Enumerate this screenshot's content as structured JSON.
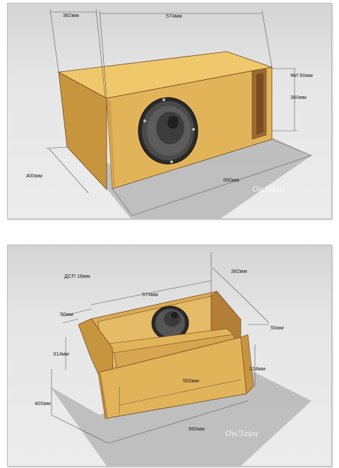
{
  "top_view": {
    "dimensions": {
      "depth": "382мм",
      "inner_length": "574мм",
      "port": "ФИ 50мм",
      "port_height": "360мм",
      "height": "400мм",
      "length": "660мм"
    },
    "watermark": "ОнЛайн"
  },
  "bottom_view": {
    "material": "ДСП 18мм",
    "dimensions": {
      "depth": "382мм",
      "inner_length": "574мм",
      "port_width_left": "50мм",
      "port_width_right": "50мм",
      "port_height": "314мм",
      "inner_height": "324мм",
      "height": "400мм",
      "port_length": "500мм",
      "length": "660мм"
    },
    "watermark": "ОнЛайн"
  },
  "colors": {
    "wood_front": "#e2b45a",
    "wood_top": "#f0c86c",
    "wood_side": "#c8953f",
    "wood_dark": "#8b5a28"
  }
}
